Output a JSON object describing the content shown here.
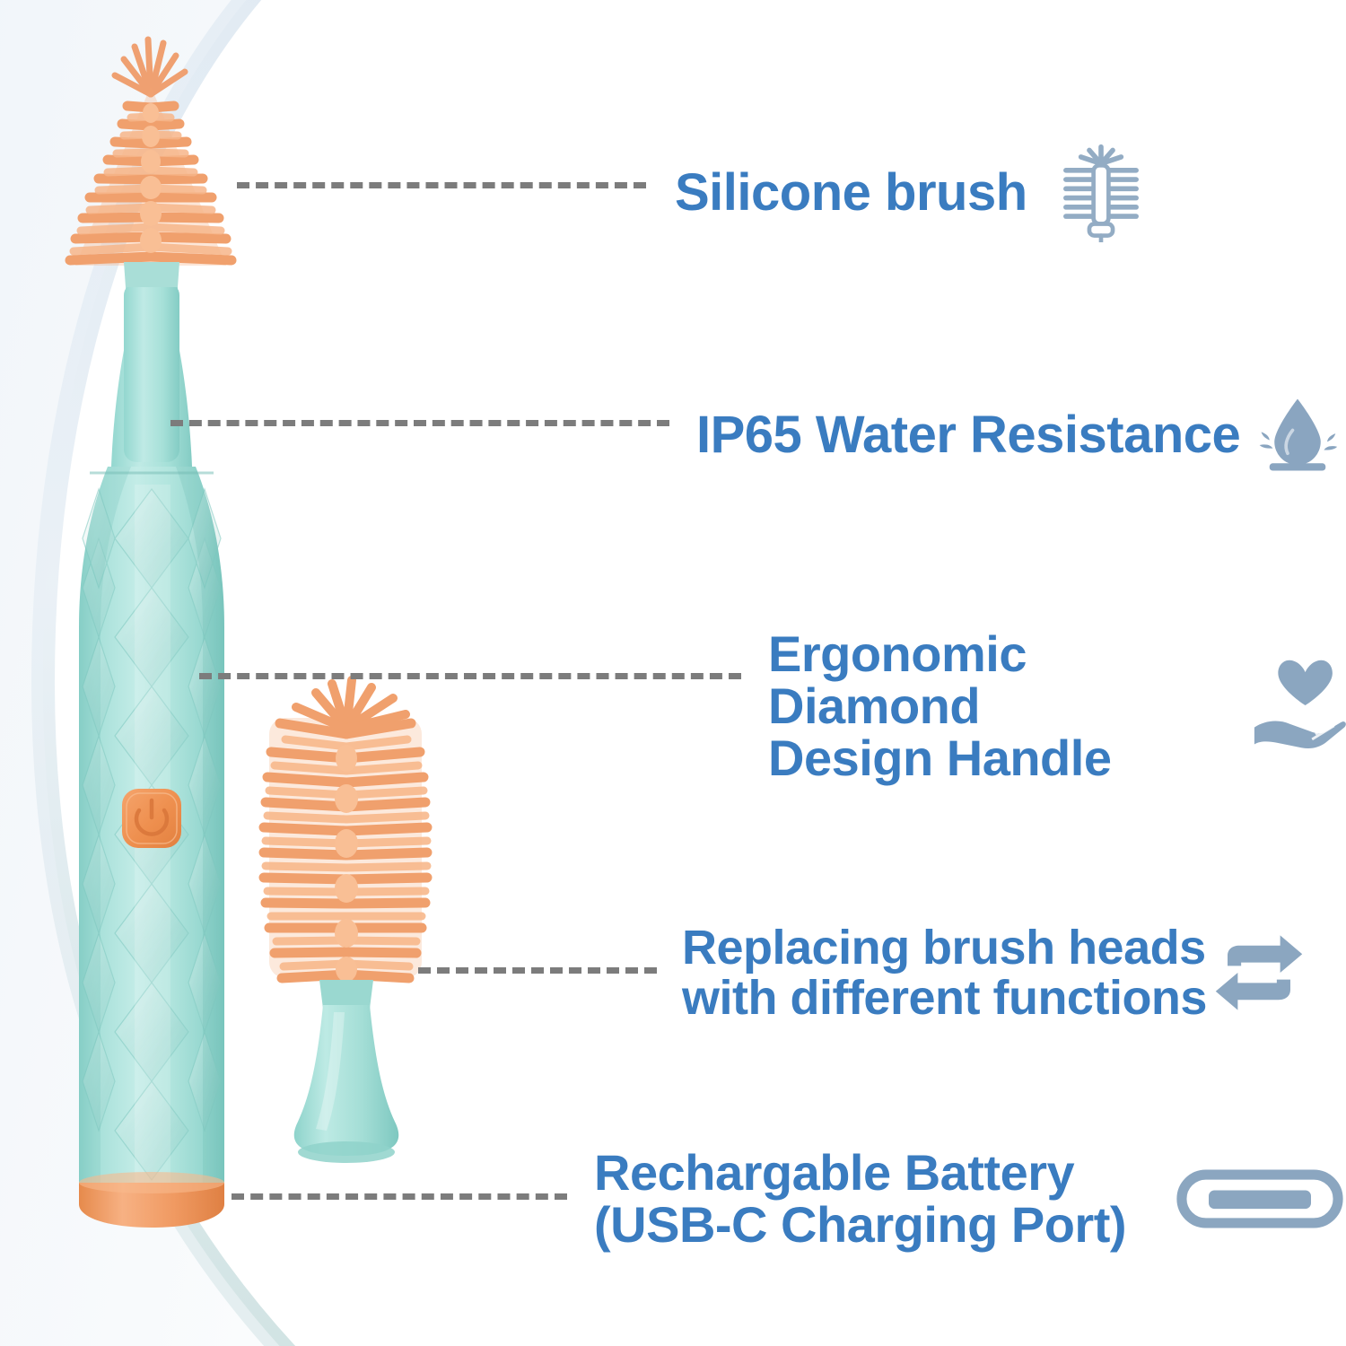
{
  "page": {
    "title": "Electric Bottle Brush Feature Infographic",
    "background": "#ffffff",
    "accent_text_color": "#3a7cc0",
    "icon_color": "#8fa8c2",
    "leader_line_color": "#7c7c7c",
    "arc_color": "#eef2f6",
    "product_mint": "#a9e3db",
    "product_orange": "#f3a06a"
  },
  "features": [
    {
      "id": "silicone-brush",
      "label": "Silicone brush",
      "icon": "bottle-brush-icon"
    },
    {
      "id": "water-resistance",
      "label": "IP65 Water Resistance",
      "icon": "water-drop-icon"
    },
    {
      "id": "ergonomic-handle",
      "label": "Ergonomic Diamond\nDesign Handle",
      "icon": "heart-in-hand-icon"
    },
    {
      "id": "replacing-heads",
      "label": "Replacing brush heads\nwith different functions",
      "icon": "swap-arrows-icon"
    },
    {
      "id": "rechargeable-battery",
      "label": "Rechargable Battery\n(USB-C Charging Port)",
      "icon": "usb-c-port-icon"
    }
  ],
  "product": {
    "main_device_name": "electric bottle brush with cone silicone head",
    "power_button_symbol": "power-icon",
    "replacement_head_name": "cylindrical silicone brush head"
  }
}
